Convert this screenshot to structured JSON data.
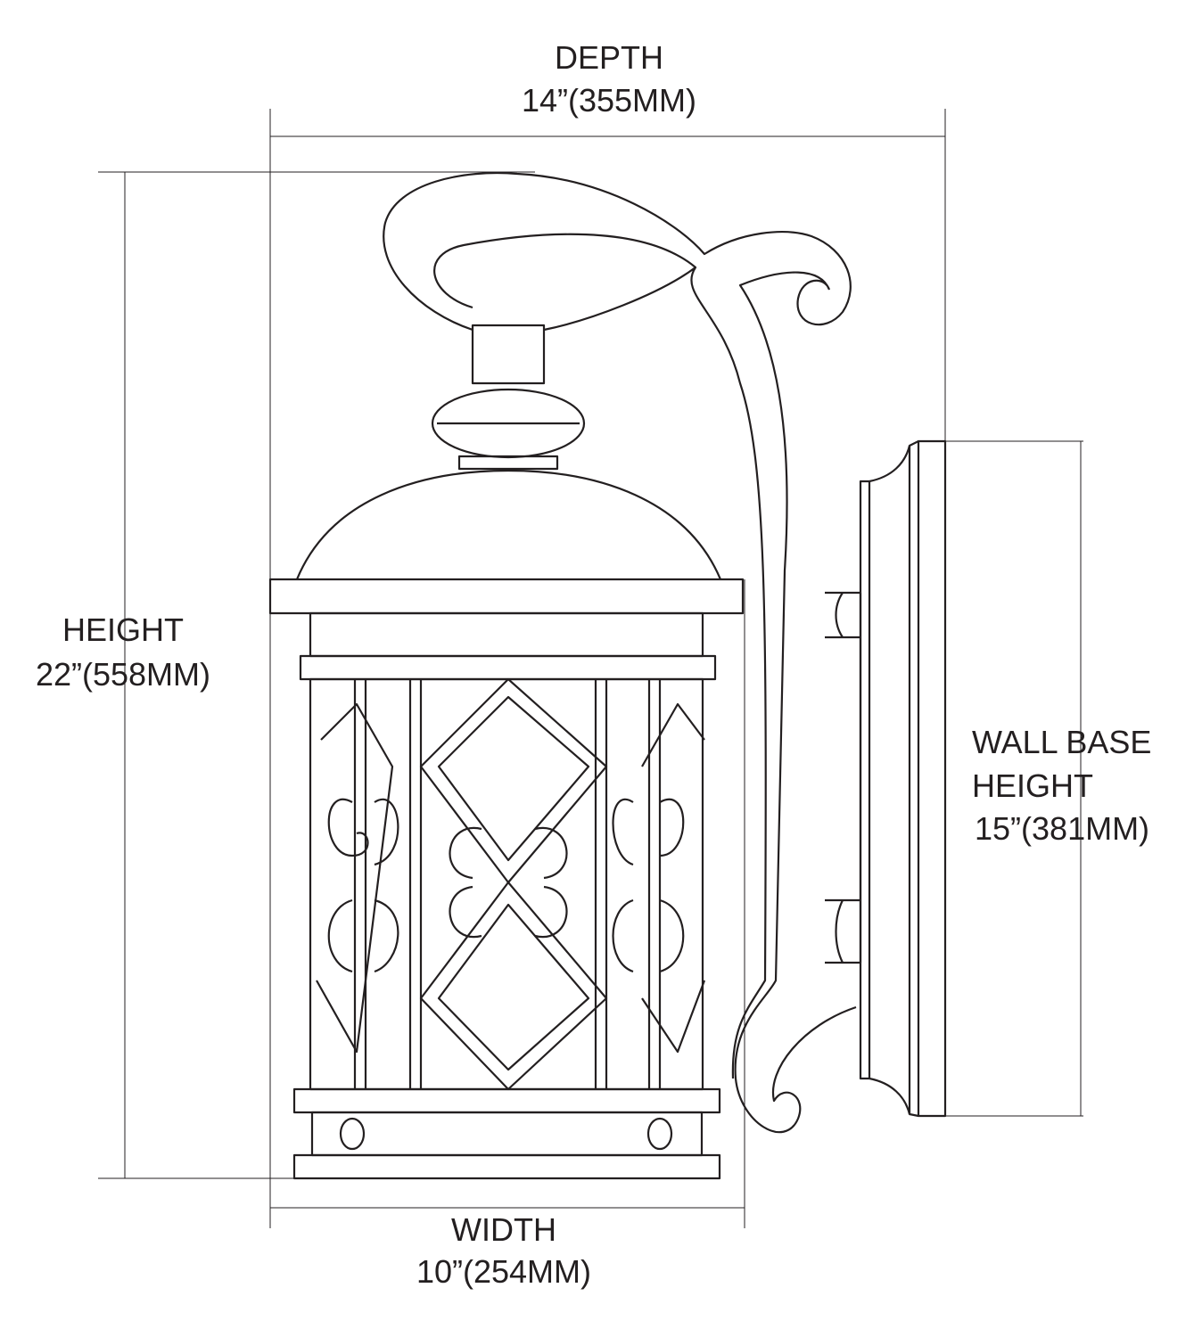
{
  "dimensions": {
    "depth": {
      "label": "DEPTH",
      "value": "14”(355MM)"
    },
    "height": {
      "label": "HEIGHT",
      "value": "22”(558MM)"
    },
    "width": {
      "label": "WIDTH",
      "value": "10”(254MM)"
    },
    "wall_base": {
      "label_line1": "WALL BASE",
      "label_line2": "HEIGHT",
      "value": "15”(381MM)"
    }
  },
  "colors": {
    "line": "#231f20",
    "background": "#ffffff"
  }
}
